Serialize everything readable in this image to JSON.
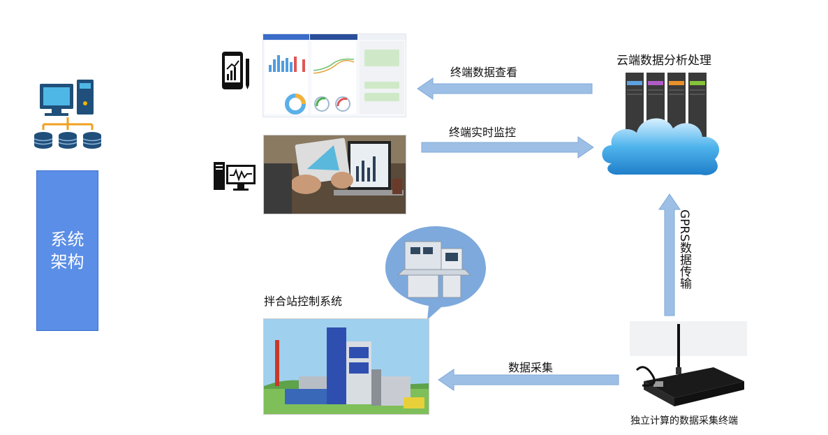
{
  "title_box": {
    "line1": "系统",
    "line2": "架构"
  },
  "nodes": {
    "cloud": "云端数据分析处理",
    "plant": "拌合站控制系统",
    "terminal": "独立计算的数据采集终端"
  },
  "edges": {
    "view": "终端数据查看",
    "monitor": "终端实时监控",
    "gprs": "GPRS数据传输",
    "collect": "数据采集"
  },
  "colors": {
    "arrow": "#9dbfe6",
    "arrow_stroke": "#7fa8d8",
    "box": "#5b8ee6",
    "bubble": "#7ea9dc"
  },
  "icons": [
    "computer-network-icon",
    "phone-chart-icon",
    "monitor-wave-icon"
  ]
}
